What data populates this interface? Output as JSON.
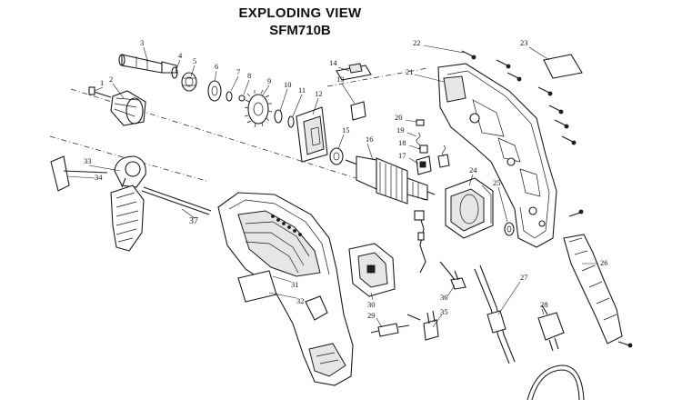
{
  "header": {
    "title": "EXPLODING VIEW",
    "model": "SFM710B"
  },
  "callouts": {
    "n1": "1",
    "n2": "2",
    "n3": "3",
    "n4": "4",
    "n5": "5",
    "n6": "6",
    "n7": "7",
    "n8": "8",
    "n9": "9",
    "n10": "10",
    "n11": "11",
    "n12": "12",
    "n13": "13",
    "n14": "14",
    "n15": "15",
    "n16": "16",
    "n17": "17",
    "n18": "18",
    "n19": "19",
    "n20": "20",
    "n21": "21",
    "n22": "22",
    "n23": "23",
    "n24": "24",
    "n25": "25",
    "n26": "26",
    "n27": "27",
    "n28": "28",
    "n29": "29",
    "n30": "30",
    "n31": "31",
    "n32": "32",
    "n33": "33",
    "n34": "34",
    "n35": "35",
    "n36": "36",
    "n37": "37"
  }
}
